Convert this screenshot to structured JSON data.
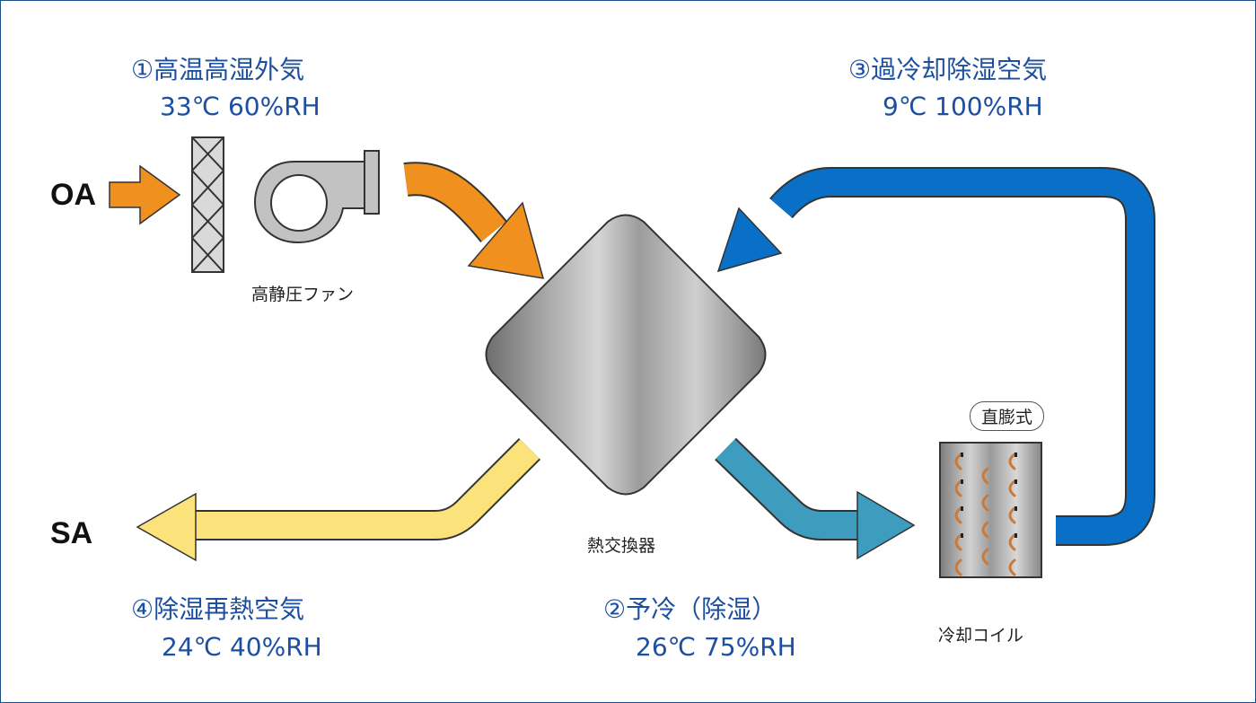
{
  "labels": {
    "oa": "OA",
    "sa": "SA",
    "stage1_title": "①高温高湿外気",
    "stage1_cond": "33℃ 60%RH",
    "stage2_title": "②予冷（除湿）",
    "stage2_cond": "26℃ 75%RH",
    "stage3_title": "③過冷却除湿空気",
    "stage3_cond": "9℃ 100%RH",
    "stage4_title": "④除湿再熱空気",
    "stage4_cond": "24℃ 40%RH",
    "fan": "高静圧ファン",
    "heat_exchanger": "熱交換器",
    "cooling_coil": "冷却コイル",
    "direct_expansion": "直膨式"
  },
  "colors": {
    "border": "#1f4e8c",
    "label_text": "#1d4fa0",
    "outside_air_arrow": "#f0901e",
    "precool_arrow": "#3e9dbe",
    "subcooled_arrow": "#0a6fc6",
    "reheat_arrow": "#fbe27a",
    "exchanger_gray": "#a9a9a9",
    "coil_copper": "#c97a3a"
  }
}
